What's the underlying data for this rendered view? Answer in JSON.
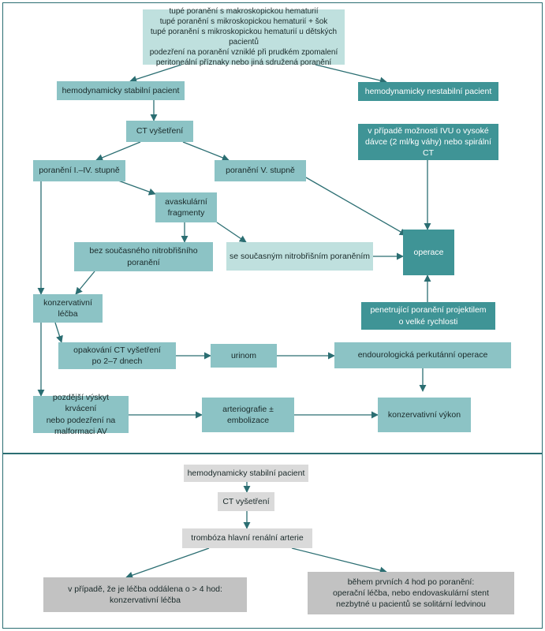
{
  "colors": {
    "frame": "#2b6e72",
    "arrow": "#2b6e72",
    "light": "#bfe0de",
    "mid": "#8cc3c5",
    "dark": "#3f9496",
    "grey_light": "#dadada",
    "grey_mid": "#c2c2c2"
  },
  "top": {
    "criteria": "tupé poranění s makroskopickou hematurií\ntupé poranění s mikroskopickou hematurií + šok\ntupé poranění s mikroskopickou hematurií u dětských pacientů\npodezření na poranění vzniklé při prudkém zpomalení\nperitoneální příznaky nebo jiná sdružená poranění",
    "stable": "hemodynamicky stabilní pacient",
    "unstable": "hemodynamicky nestabilní pacient",
    "ct": "CT vyšetření",
    "grade14": "poranění I.–IV. stupně",
    "grade5": "poranění V. stupně",
    "ivu": "v případě možnosti IVU o vysoké dávce (2 ml/kg váhy) nebo spirální CT",
    "avascular": "avaskulární\nfragmenty",
    "no_intra": "bez současného nitrobřišního\nporanění",
    "with_intra": "se současným nitrobřišním poraněním",
    "operation": "operace",
    "conservative": "konzervativní\nléčba",
    "penetrating": "penetrující poranění projektilem\no velké rychlosti",
    "repeat_ct": "opakování CT vyšetření\npo 2–7 dnech",
    "urinom": "urinom",
    "endourology": "endourologická perkutánní operace",
    "late_bleeding": "pozdější výskyt krvácení\nnebo podezření na\nmalformaci AV",
    "arteriography": "arteriografie ±\nembolizace",
    "conservative_procedure": "konzervativní výkon"
  },
  "bottom": {
    "stable": "hemodynamicky stabilní pacient",
    "ct": "CT vyšetření",
    "thrombosis": "trombóza hlavní renální arterie",
    "delayed": "v případě, že je léčba oddálena o > 4 hod:\nkonzervativní léčba",
    "within4": "během prvních 4 hod po poranění:\noperační léčba, nebo endovaskulární stent\nnezbytné u pacientů se solitární  ledvinou"
  }
}
